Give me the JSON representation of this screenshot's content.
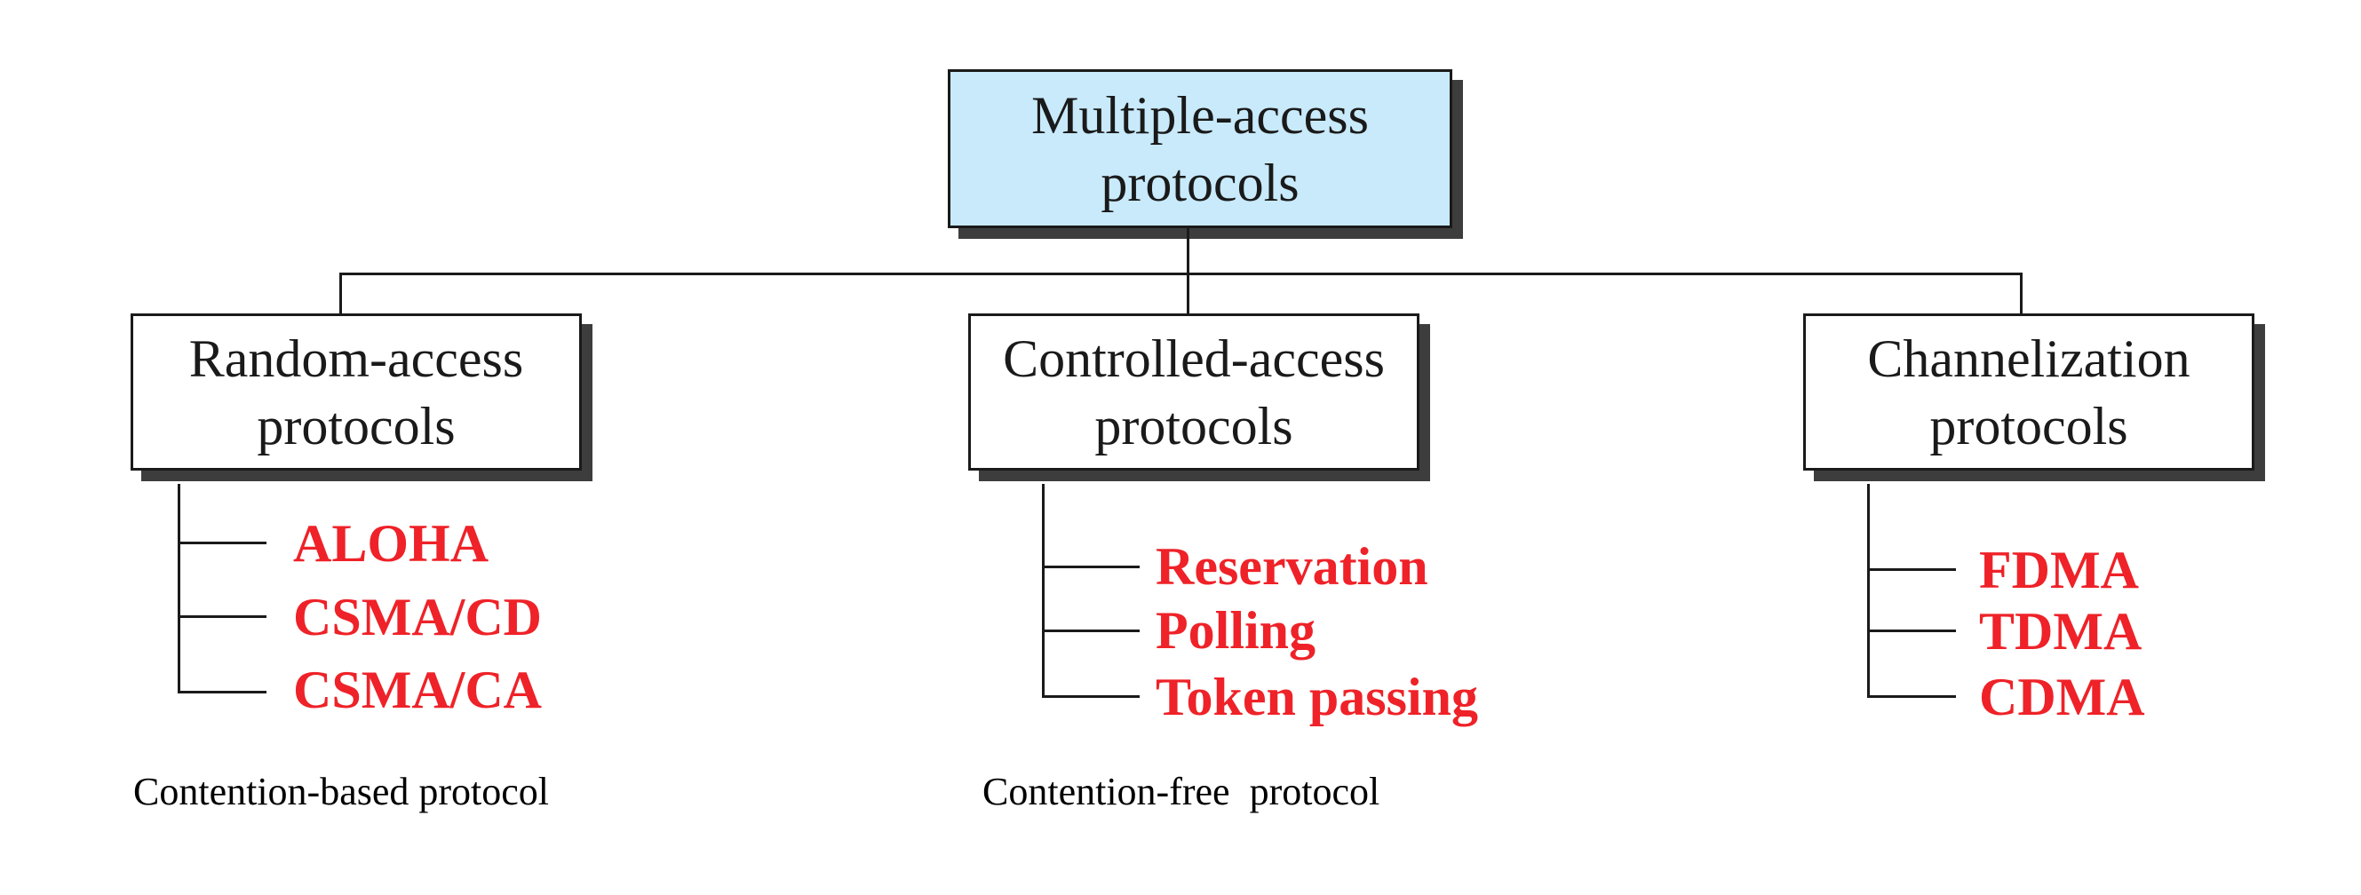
{
  "root": {
    "line1": "Multiple-access",
    "line2": "protocols"
  },
  "categories": [
    {
      "line1": "Random-access",
      "line2": "protocols",
      "items": [
        "ALOHA",
        "CSMA/CD",
        "CSMA/CA"
      ],
      "caption": "Contention-based protocol"
    },
    {
      "line1": "Controlled-access",
      "line2": "protocols",
      "items": [
        "Reservation",
        "Polling",
        "Token passing"
      ],
      "caption": "Contention-free  protocol"
    },
    {
      "line1": "Channelization",
      "line2": "protocols",
      "items": [
        "FDMA",
        "TDMA",
        "CDMA"
      ]
    }
  ],
  "colors": {
    "root_fill": "#c8eafb",
    "item_text": "#ee2228",
    "stroke": "#1a1a1a"
  }
}
